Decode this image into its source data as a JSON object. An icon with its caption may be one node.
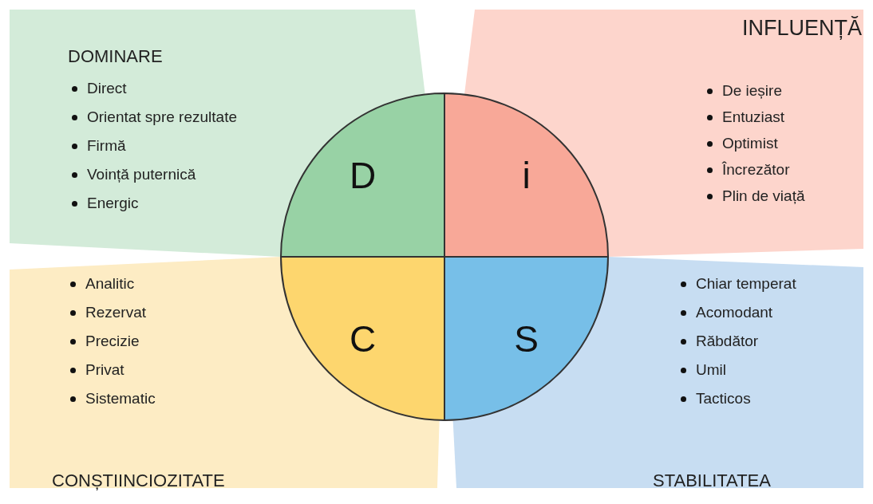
{
  "diagram": {
    "nodes": [
      {
        "text": [
          "DOMINARE",
          "Direct",
          "Orientat spre rezultate",
          "Firmă",
          "Voință puternică",
          "Energic"
        ]
      },
      {
        "text": [
          "INFLUENȚĂ",
          "De ieșire",
          "Entuziast",
          "Optimist",
          "Încrezător",
          "Plin de viață"
        ]
      },
      {
        "text": [
          "Analitic",
          "Rezervat",
          "Precizie",
          "Privat",
          "Sistematic",
          "CONȘTIINCIOZITATE"
        ]
      },
      {
        "text": [
          "Chiar temperat",
          "Acomodant",
          "Răbdător",
          "Umil",
          "Tacticos",
          "STABILITATEA"
        ]
      },
      {
        "text": [
          "D"
        ],
        "in": 0
      },
      {
        "text": [
          "i"
        ],
        "in": 1
      },
      {
        "text": [
          "C"
        ],
        "in": 2
      },
      {
        "text": [
          "S"
        ],
        "in": 3
      }
    ]
  }
}
